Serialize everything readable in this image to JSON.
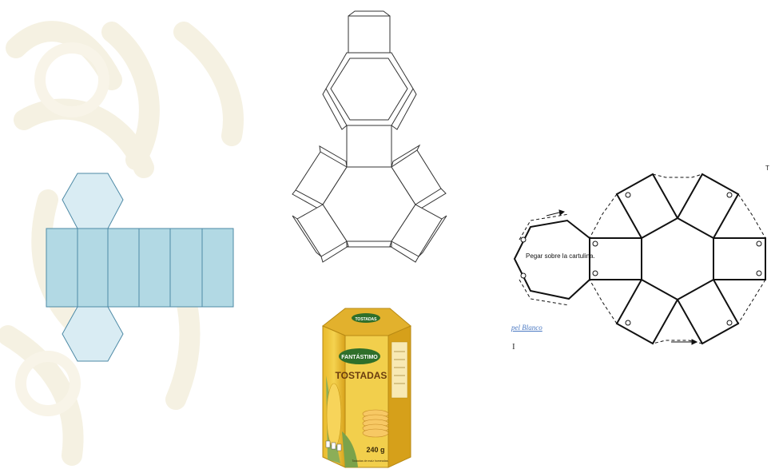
{
  "net_label": "Pegar sobre la cartulina.",
  "doc_fragment": "pel Blanco",
  "cursor_glyph": "I",
  "edge_glyph": "T",
  "product": {
    "brand": "FANTÁSTIMO",
    "name": "TOSTADAS",
    "weight": "240 g",
    "top_band": "TOSTADAS",
    "footer": "Tostadas de maíz horneadas"
  },
  "colors": {
    "prism_face": "#b2d9e4",
    "prism_cap": "#d9ecf3",
    "prism_stroke": "#4e8aa6",
    "box_yellow": "#efc83e",
    "box_dark_yellow": "#d8a91f",
    "corn_green": "#8cae58",
    "watermark": "#f6f2e3"
  },
  "icons": [
    "cursor-icon"
  ]
}
